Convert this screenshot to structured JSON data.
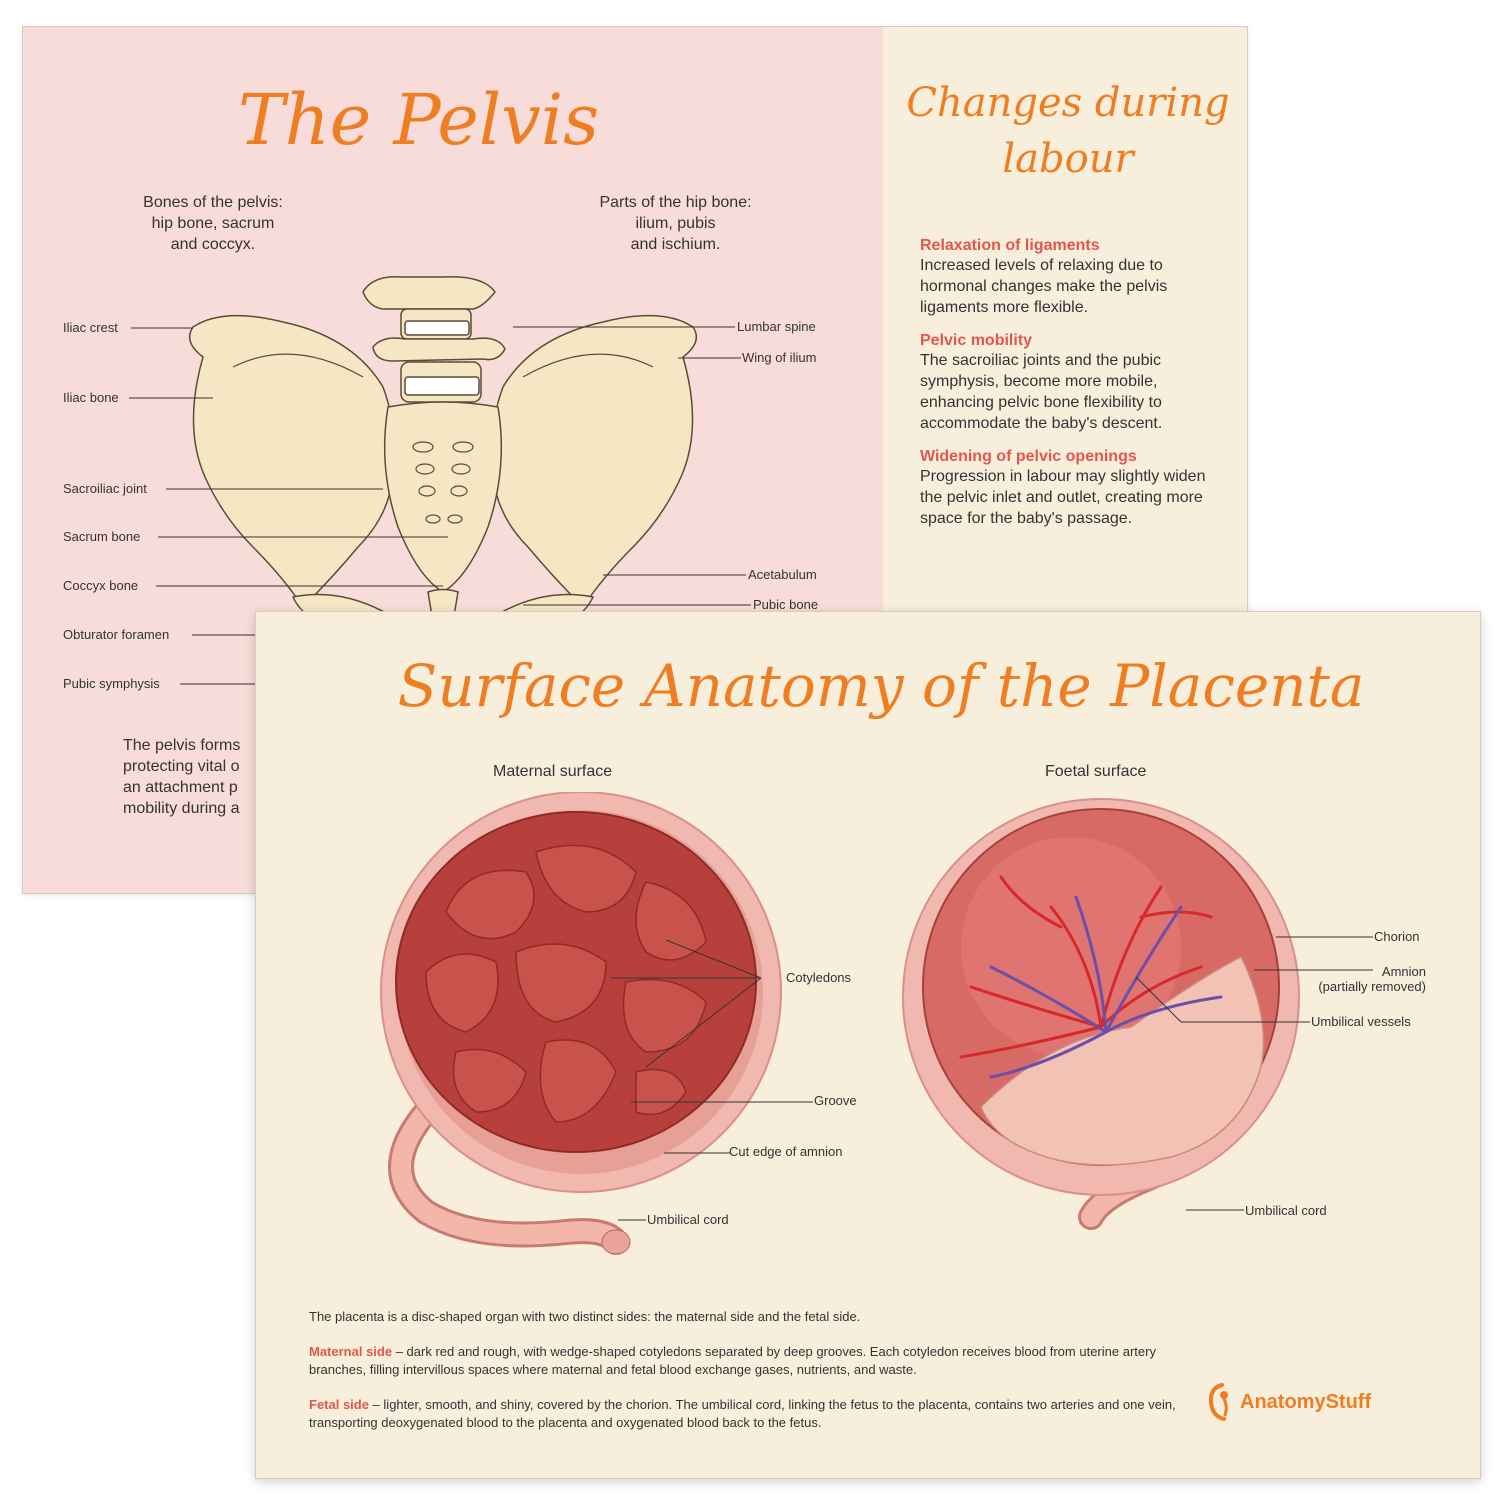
{
  "pelvis_poster": {
    "title": "The Pelvis",
    "bones_heading_lines": [
      "Bones of the pelvis:",
      "hip bone, sacrum",
      "and coccyx."
    ],
    "parts_heading_lines": [
      "Parts of the hip bone:",
      "ilium, pubis",
      "and ischium."
    ],
    "left_labels": [
      "Iliac crest",
      "Iliac bone",
      "Sacroiliac joint",
      "Sacrum bone",
      "Coccyx bone",
      "Obturator foramen",
      "Pubic symphysis"
    ],
    "right_labels": [
      "Lumbar spine",
      "Wing of ilium",
      "Acetabulum",
      "Pubic bone"
    ],
    "intro_lines": [
      "The pelvis forms",
      "protecting vital o",
      "an attachment p",
      "mobility during a"
    ]
  },
  "labour_panel": {
    "title_line1": "Changes during",
    "title_line2": "labour",
    "sections": [
      {
        "title": "Relaxation of ligaments",
        "body": "Increased levels of relaxing due to hormonal changes make the pelvis ligaments more flexible."
      },
      {
        "title": "Pelvic mobility",
        "body": "The sacroiliac joints and the pubic symphysis, become more mobile, enhancing pelvic bone flexibility to accommodate the baby's descent."
      },
      {
        "title": "Widening of pelvic openings",
        "body": "Progression in labour may slightly widen the pelvic inlet and outlet, creating more space for the baby's passage."
      }
    ]
  },
  "placenta_poster": {
    "title": "Surface Anatomy of the Placenta",
    "maternal_heading": "Maternal surface",
    "foetal_heading": "Foetal surface",
    "maternal_labels": {
      "cotyledons": "Cotyledons",
      "groove": "Groove",
      "cut_edge": "Cut edge of amnion",
      "umbilical_cord": "Umbilical cord"
    },
    "foetal_labels": {
      "chorion": "Chorion",
      "amnion": "Amnion",
      "amnion_note": "(partially removed)",
      "umbilical_vessels": "Umbilical vessels",
      "umbilical_cord": "Umbilical cord"
    },
    "intro": "The placenta is a disc-shaped organ with two distinct sides: the maternal side and the fetal side.",
    "maternal_term": "Maternal side",
    "maternal_desc": " – dark red and rough, with wedge-shaped cotyledons separated by deep grooves. Each cotyledon receives blood from uterine artery branches, filling intervillous spaces where maternal and fetal blood exchange gases, nutrients, and waste.",
    "fetal_term": "Fetal side",
    "fetal_desc": " – lighter, smooth, and shiny, covered by the chorion. The umbilical cord, linking the fetus to the placenta, contains two arteries and one vein, transporting deoxygenated blood to the placenta and oxygenated blood back to the fetus.",
    "brand": "AnatomyStuff"
  },
  "colors": {
    "accent_orange": "#ef7d22",
    "heading_red": "#e2574c",
    "pink_bg": "#f8dcd9",
    "cream_bg": "#f7eedc",
    "bone": "#f6e7c4",
    "placenta_red": "#b8403c"
  }
}
